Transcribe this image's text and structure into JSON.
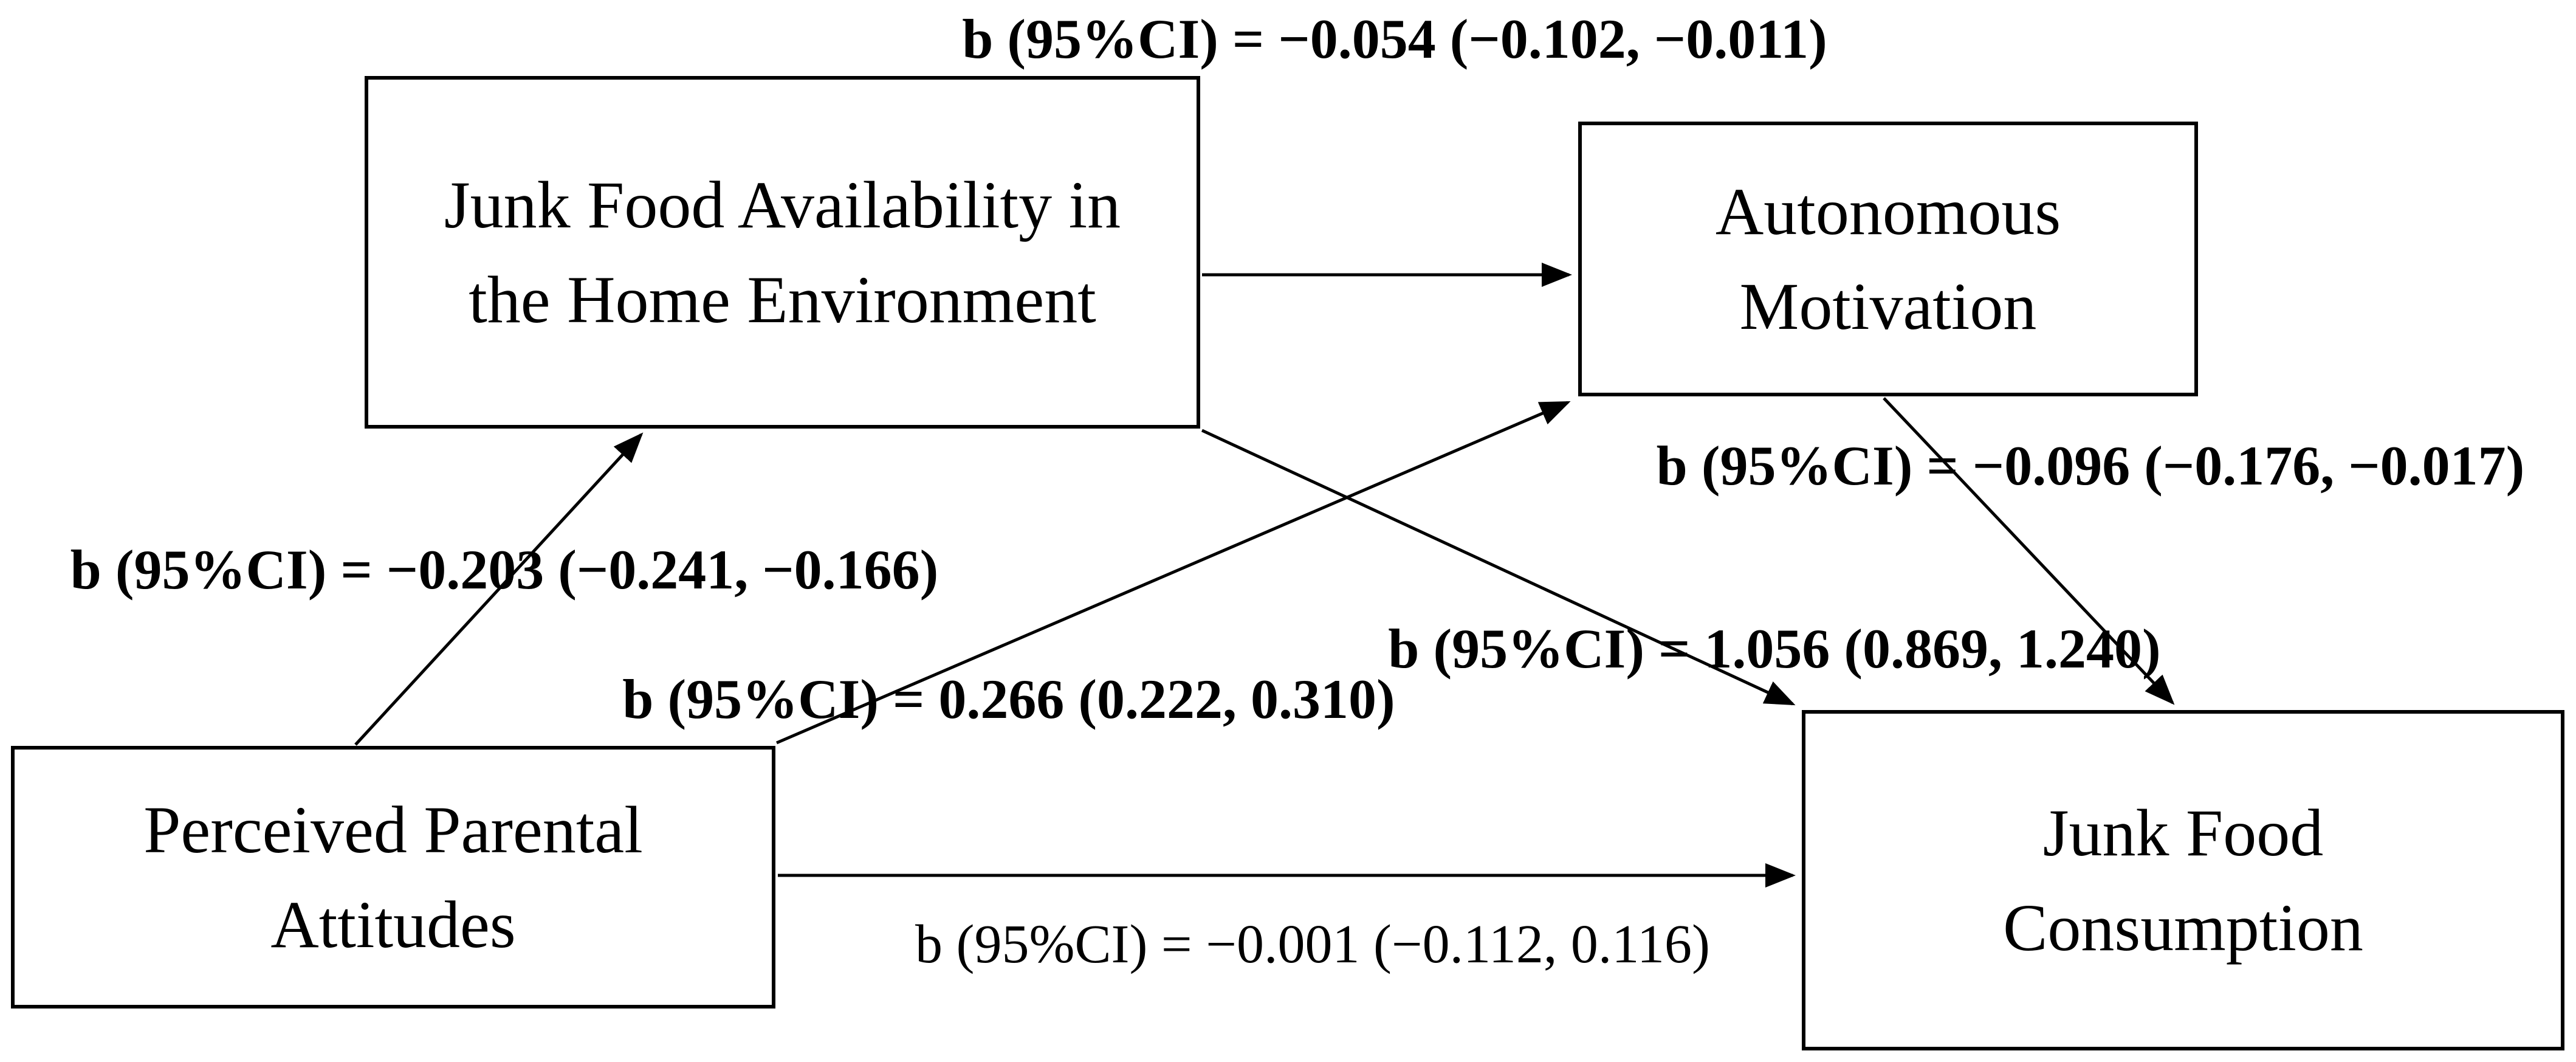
{
  "figure": {
    "background_color": "#ffffff",
    "line_color": "#000000",
    "text_color": "#000000",
    "type": "mediation-path-diagram"
  },
  "nodes": {
    "availability": {
      "label": "Junk Food Availability in\nthe Home Environment"
    },
    "motivation": {
      "label": "Autonomous\nMotivation"
    },
    "attitudes": {
      "label": "Perceived Parental\nAttitudes"
    },
    "consumption": {
      "label": "Junk Food\nConsumption"
    }
  },
  "edges": {
    "availability_to_motivation": {
      "from": "Junk Food Availability in the Home Environment",
      "to": "Autonomous Motivation",
      "label": "b (95%CI) = −0.054 (−0.102, −0.011)"
    },
    "attitudes_to_availability": {
      "from": "Perceived Parental Attitudes",
      "to": "Junk Food Availability in the Home Environment",
      "label": "b (95%CI) = −0.203 (−0.241, −0.166)"
    },
    "attitudes_to_motivation": {
      "from": "Perceived Parental Attitudes",
      "to": "Autonomous Motivation",
      "label": "b (95%CI) = 0.266 (0.222, 0.310)"
    },
    "availability_to_consumption": {
      "from": "Junk Food Availability in the Home Environment",
      "to": "Junk Food Consumption",
      "label": "b (95%CI) = 1.056 (0.869, 1.240)"
    },
    "motivation_to_consumption": {
      "from": "Autonomous Motivation",
      "to": "Junk Food Consumption",
      "label": "b (95%CI) = −0.096 (−0.176, −0.017)"
    },
    "attitudes_to_consumption": {
      "from": "Perceived Parental Attitudes",
      "to": "Junk Food Consumption",
      "label": "b (95%CI) = −0.001 (−0.112, 0.116)"
    }
  }
}
